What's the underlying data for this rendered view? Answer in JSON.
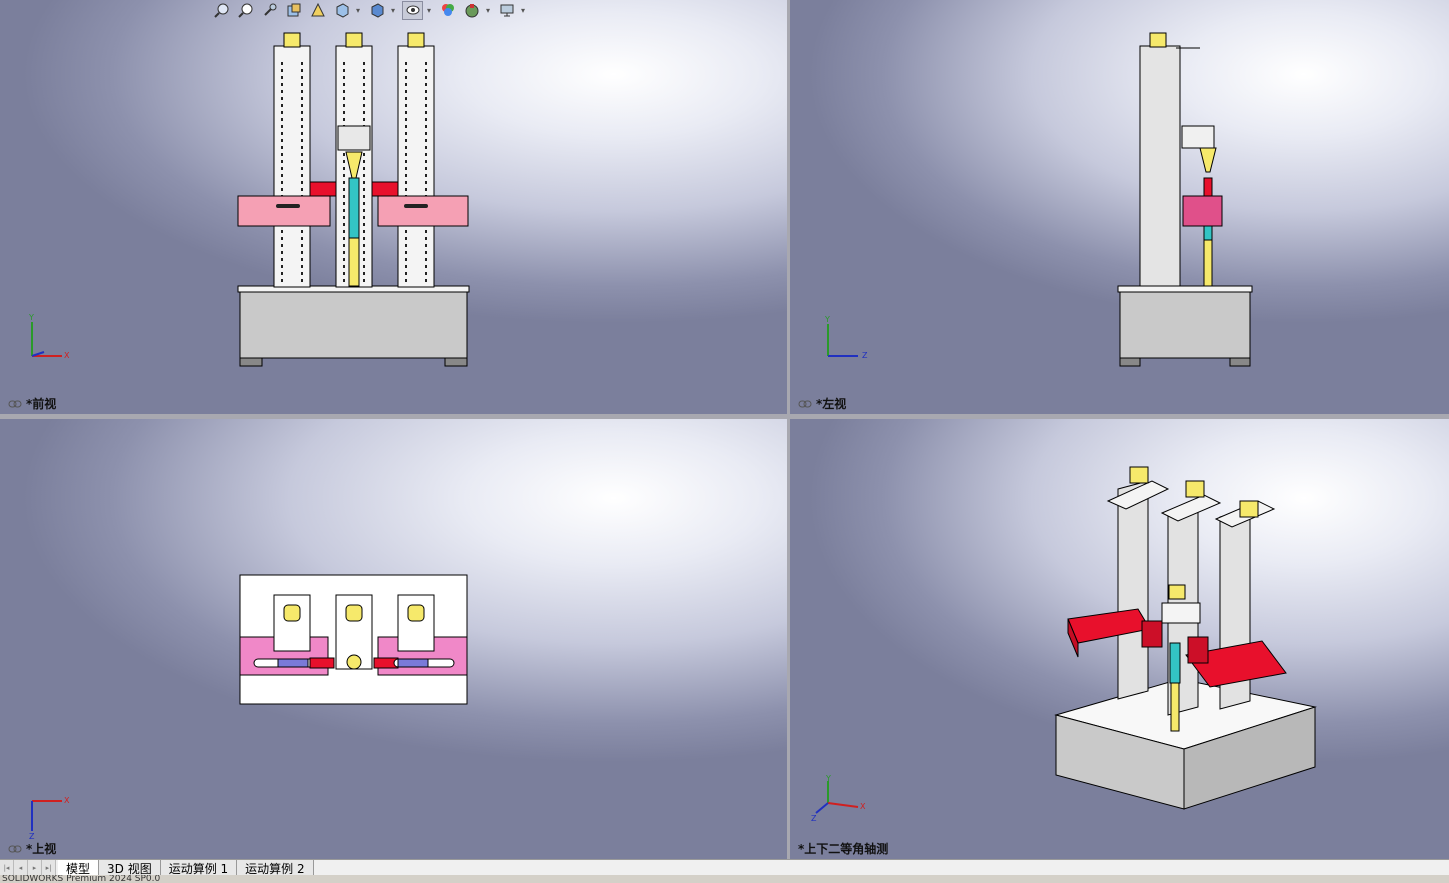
{
  "viewports": {
    "front": {
      "label": "*前视",
      "axes": [
        "Y",
        "X"
      ]
    },
    "left": {
      "label": "*左视",
      "axes": [
        "Y",
        "Z"
      ]
    },
    "top": {
      "label": "*上视",
      "axes": [
        "X",
        "Z"
      ]
    },
    "iso": {
      "label": "*上下二等角轴测",
      "axes": [
        "Y",
        "X",
        "Z"
      ]
    }
  },
  "toolbar": {
    "icons": [
      "zoom-to-fit-icon",
      "zoom-area-icon",
      "previous-view-icon",
      "section-view-icon",
      "dynamic-annotation-icon",
      "view-orientation-icon",
      "display-style-icon",
      "hide-show-icon",
      "edit-appearance-icon",
      "apply-scene-icon",
      "view-settings-icon"
    ]
  },
  "tabs": [
    "模型",
    "3D 视图",
    "运动算例 1",
    "运动算例 2"
  ],
  "active_tab": "模型",
  "status_text": "SOLIDWORKS Premium 2024 SP0.0",
  "colors": {
    "frame": "#f2f2f2",
    "base": "#c9c9c9",
    "pink": "#f5a0b4",
    "red": "#e8102c",
    "yellow": "#f6e96b",
    "cyan": "#33c4c4",
    "magenta": "#e0508a"
  }
}
